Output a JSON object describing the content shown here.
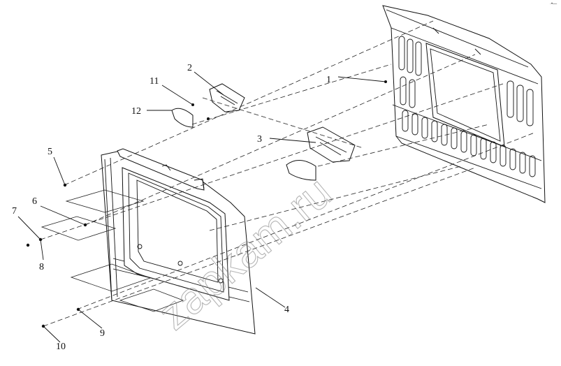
{
  "callouts": [
    {
      "id": "1",
      "label": "1"
    },
    {
      "id": "2",
      "label": "2"
    },
    {
      "id": "3",
      "label": "3"
    },
    {
      "id": "4",
      "label": "4"
    },
    {
      "id": "5",
      "label": "5"
    },
    {
      "id": "6",
      "label": "6"
    },
    {
      "id": "7",
      "label": "7"
    },
    {
      "id": "8",
      "label": "8"
    },
    {
      "id": "9",
      "label": "9"
    },
    {
      "id": "10",
      "label": "10"
    },
    {
      "id": "11",
      "label": "11"
    },
    {
      "id": "12",
      "label": "12"
    }
  ],
  "watermark": "zapkam.ru",
  "corner_mark": "·•—"
}
